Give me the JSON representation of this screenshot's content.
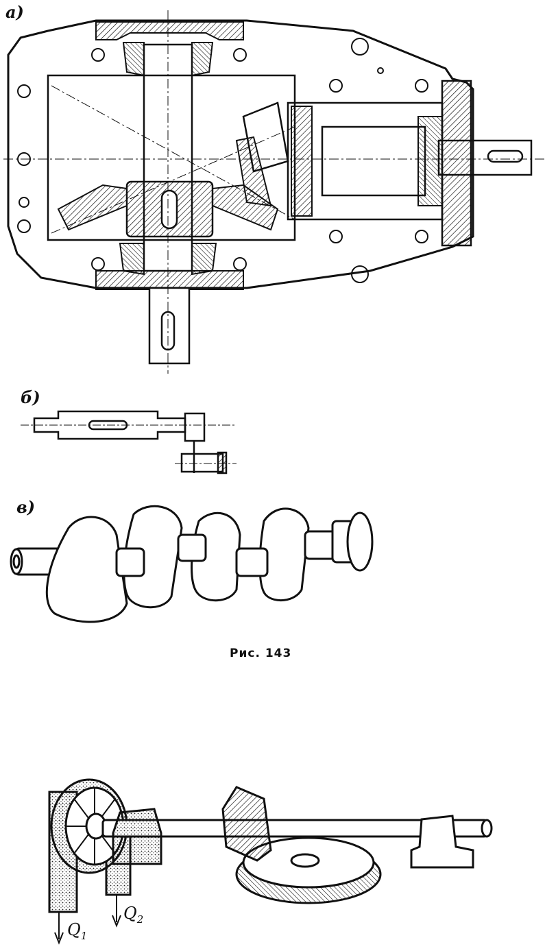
{
  "figure": {
    "part_labels": {
      "a": "а)",
      "b": "б)",
      "c": "в)"
    },
    "caption": "Рис. 143"
  },
  "lower_figure": {
    "load1": {
      "base": "Q",
      "sub": "1"
    },
    "load2": {
      "base": "Q",
      "sub": "2"
    }
  },
  "style": {
    "ink": "#111111",
    "paper": "#ffffff"
  },
  "icons": {
    "gearbox": "bevel-gearbox-section-icon",
    "shaft": "stepped-shaft-icon",
    "crankshaft": "crankshaft-icon",
    "pulley": "belt-pulley-icon",
    "bevel_gears": "bevel-gear-pair-icon"
  }
}
